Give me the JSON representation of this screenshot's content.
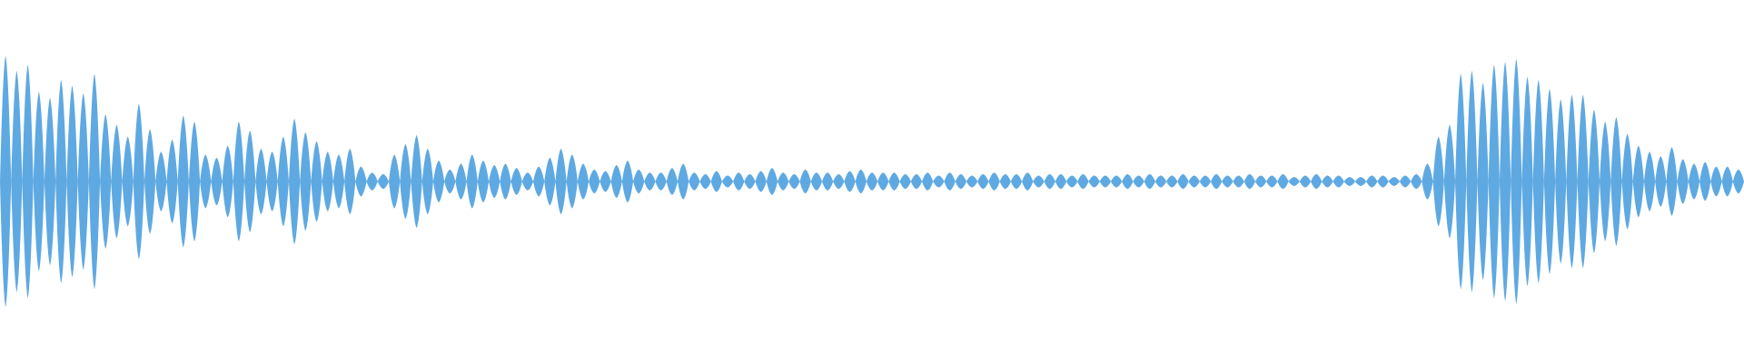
{
  "waveform": {
    "color": "#5fa9e2",
    "samples": [
      0.84,
      0.74,
      0.78,
      0.6,
      0.56,
      0.68,
      0.64,
      0.59,
      0.72,
      0.45,
      0.38,
      0.3,
      0.52,
      0.35,
      0.2,
      0.28,
      0.44,
      0.4,
      0.18,
      0.16,
      0.24,
      0.4,
      0.34,
      0.22,
      0.2,
      0.3,
      0.42,
      0.33,
      0.27,
      0.2,
      0.18,
      0.22,
      0.1,
      0.06,
      0.05,
      0.18,
      0.25,
      0.31,
      0.22,
      0.14,
      0.08,
      0.12,
      0.18,
      0.14,
      0.11,
      0.12,
      0.09,
      0.06,
      0.1,
      0.16,
      0.22,
      0.18,
      0.12,
      0.08,
      0.07,
      0.11,
      0.14,
      0.08,
      0.06,
      0.06,
      0.09,
      0.12,
      0.06,
      0.05,
      0.07,
      0.04,
      0.06,
      0.05,
      0.07,
      0.09,
      0.06,
      0.05,
      0.08,
      0.06,
      0.06,
      0.05,
      0.07,
      0.08,
      0.06,
      0.06,
      0.06,
      0.05,
      0.05,
      0.06,
      0.04,
      0.06,
      0.05,
      0.04,
      0.05,
      0.06,
      0.05,
      0.05,
      0.06,
      0.04,
      0.05,
      0.05,
      0.04,
      0.05,
      0.04,
      0.04,
      0.04,
      0.05,
      0.04,
      0.05,
      0.04,
      0.04,
      0.05,
      0.04,
      0.04,
      0.05,
      0.04,
      0.04,
      0.05,
      0.04,
      0.04,
      0.05,
      0.03,
      0.04,
      0.05,
      0.04,
      0.04,
      0.03,
      0.03,
      0.04,
      0.04,
      0.03,
      0.04,
      0.05,
      0.12,
      0.3,
      0.38,
      0.72,
      0.74,
      0.66,
      0.78,
      0.8,
      0.82,
      0.7,
      0.68,
      0.62,
      0.55,
      0.58,
      0.58,
      0.48,
      0.4,
      0.43,
      0.32,
      0.24,
      0.2,
      0.17,
      0.23,
      0.15,
      0.12,
      0.13,
      0.1,
      0.1,
      0.08
    ]
  }
}
